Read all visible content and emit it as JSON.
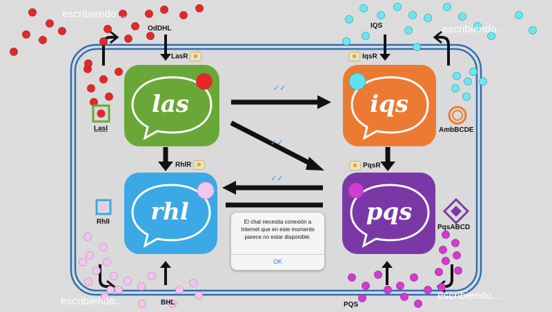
{
  "alert": {
    "message": "El chat necesita conexión a Internet que en este momento parece no estar disponible.",
    "ok_label": "OK"
  },
  "typing": {
    "top_left": "escribiendo...",
    "top_right": "escribiendo...",
    "bottom_left": "escribiendo...",
    "bottom_right": "escribiendo..."
  },
  "apps": {
    "las": {
      "name": "las",
      "color": "#69a838",
      "dot": "#e02a2a"
    },
    "iqs": {
      "name": "iqs",
      "color": "#ec7a32",
      "dot": "#5fe3ee"
    },
    "rhl": {
      "name": "rhl",
      "color": "#3aa9e6",
      "dot": "#f2c6ef"
    },
    "pqs": {
      "name": "pqs",
      "color": "#7a38a6",
      "dot": "#d23bd0"
    }
  },
  "labels": {
    "OdDHL": "OdDHL",
    "LasR": "LasR",
    "LasI": "LasI",
    "IQS": "IQS",
    "IqsR": "IqsR",
    "AmbBCDE": "AmbBCDE",
    "RhlR": "RhlR",
    "RhlI": "RhlI",
    "PqsR": "PqsR",
    "PqsABCD": "PqsABCD",
    "BHL": "BHL",
    "PQS": "PQS"
  },
  "check_marks": "✓✓",
  "colors": {
    "red_signal": "#e02a2a",
    "cyan_signal": "#6ee6f0",
    "pink_signal": "#f2c6ef",
    "magenta_signal": "#d23bd0",
    "membrane": "#2f6db3",
    "check": "#3b8fe3"
  }
}
